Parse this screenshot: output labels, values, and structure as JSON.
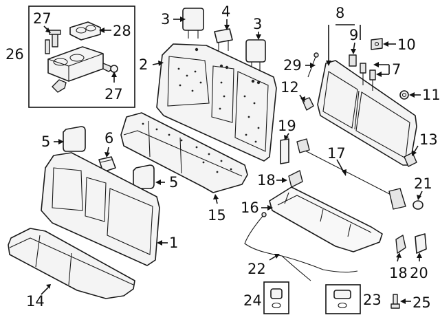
{
  "callouts": {
    "c1": "1",
    "c2": "2",
    "c3a": "3",
    "c3b": "3",
    "c4": "4",
    "c5a": "5",
    "c5b": "5",
    "c6": "6",
    "c7": "7",
    "c8": "8",
    "c9": "9",
    "c10": "10",
    "c11": "11",
    "c12": "12",
    "c13": "13",
    "c14": "14",
    "c15": "15",
    "c16": "16",
    "c17": "17",
    "c18a": "18",
    "c18b": "18",
    "c19": "19",
    "c20": "20",
    "c21": "21",
    "c22": "22",
    "c23": "23",
    "c24": "24",
    "c25": "25",
    "c26": "26",
    "c27a": "27",
    "c27b": "27",
    "c28": "28",
    "c29": "29"
  }
}
